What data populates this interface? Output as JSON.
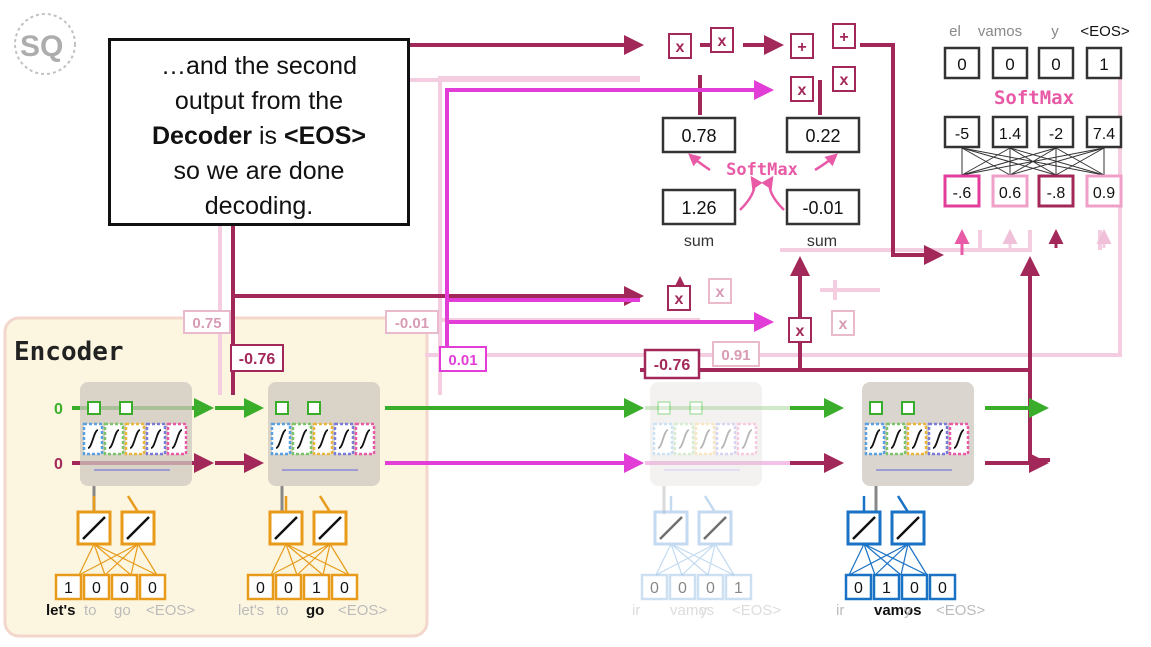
{
  "callout": {
    "line1": "…and the second",
    "line2": "output from the",
    "line3_bold": "Decoder",
    "line3_rest": " is ",
    "line3_eos": "<EOS>",
    "line4": "so we are done",
    "line5": "decoding."
  },
  "encoder_label": "Encoder",
  "initial_values": [
    "0",
    "0"
  ],
  "encoder_tokens": [
    {
      "vector": [
        "1",
        "0",
        "0",
        "0"
      ],
      "words": [
        "let's",
        "to",
        "go",
        "<EOS>"
      ],
      "active_index": 0
    },
    {
      "vector": [
        "0",
        "0",
        "1",
        "0"
      ],
      "words": [
        "let's",
        "to",
        "go",
        "<EOS>"
      ],
      "active_index": 2
    }
  ],
  "decoder_tokens": [
    {
      "vector": [
        "0",
        "0",
        "0",
        "1"
      ],
      "words": [
        "ir",
        "vamos",
        "y",
        "<EOS>"
      ],
      "active_index": -1
    },
    {
      "vector": [
        "0",
        "1",
        "0",
        "0"
      ],
      "words": [
        "ir",
        "vamos",
        "y",
        "<EOS>"
      ],
      "active_index": 1
    }
  ],
  "attention": {
    "encoder_values": [
      "0.75",
      "-0.76",
      "-0.01",
      "0.01"
    ],
    "products": [
      "-0.76",
      "0.91"
    ],
    "sum_label": "sum",
    "sums": [
      "1.26",
      "-0.01"
    ],
    "softmax_label": "SoftMax",
    "weights": [
      "0.78",
      "0.22"
    ],
    "op_multiply": "x",
    "op_add": "+"
  },
  "output": {
    "vocab": [
      "el",
      "vamos",
      "y",
      "<EOS>"
    ],
    "onehot": [
      "0",
      "0",
      "0",
      "1"
    ],
    "softmax_label": "SoftMax",
    "logits": [
      "-5",
      "1.4",
      "-2",
      "7.4"
    ],
    "fc_values": [
      "-.6",
      "0.6",
      "-.8",
      "0.9"
    ]
  },
  "colors": {
    "maroon": "#a3285a",
    "magenta": "#e23dd6",
    "pink": "#e85aa6",
    "green": "#3aae2a",
    "orange": "#e89a1a",
    "blue": "#1a72c4",
    "encoder_bg": "#fcf6e0"
  }
}
